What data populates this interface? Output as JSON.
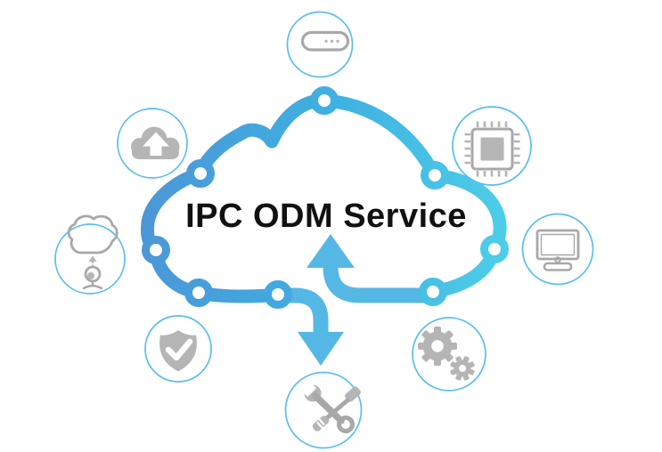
{
  "title": {
    "text": "IPC ODM Service"
  },
  "colors": {
    "cloud_gradient_start": "#4b97d7",
    "cloud_gradient_mid": "#3fb0e2",
    "cloud_gradient_end": "#4fd0e8",
    "arrow": "#55b8e4",
    "circle_border": "#5bbdef",
    "icon_gray": "#b5b5b5",
    "icon_stroke": "#a8a8a8",
    "title": "#111111",
    "background": "#ffffff"
  },
  "cloud": {
    "node_count": 8,
    "arrows": [
      "up-arrow-into-cloud",
      "down-arrow-out-of-cloud"
    ]
  },
  "satellites": [
    {
      "id": "device",
      "icon": "dvr-device-icon",
      "position": "top"
    },
    {
      "id": "cloud-upload",
      "icon": "cloud-upload-icon",
      "position": "top-left"
    },
    {
      "id": "cpu",
      "icon": "cpu-chip-icon",
      "position": "top-right"
    },
    {
      "id": "camera-to-cloud",
      "icon": "webcam-cloud-icon",
      "position": "left"
    },
    {
      "id": "monitor",
      "icon": "monitor-icon",
      "position": "right"
    },
    {
      "id": "security",
      "icon": "shield-check-icon",
      "position": "bottom-left"
    },
    {
      "id": "settings",
      "icon": "gears-icon",
      "position": "bottom-right"
    },
    {
      "id": "maintenance",
      "icon": "tools-icon",
      "position": "bottom"
    }
  ]
}
